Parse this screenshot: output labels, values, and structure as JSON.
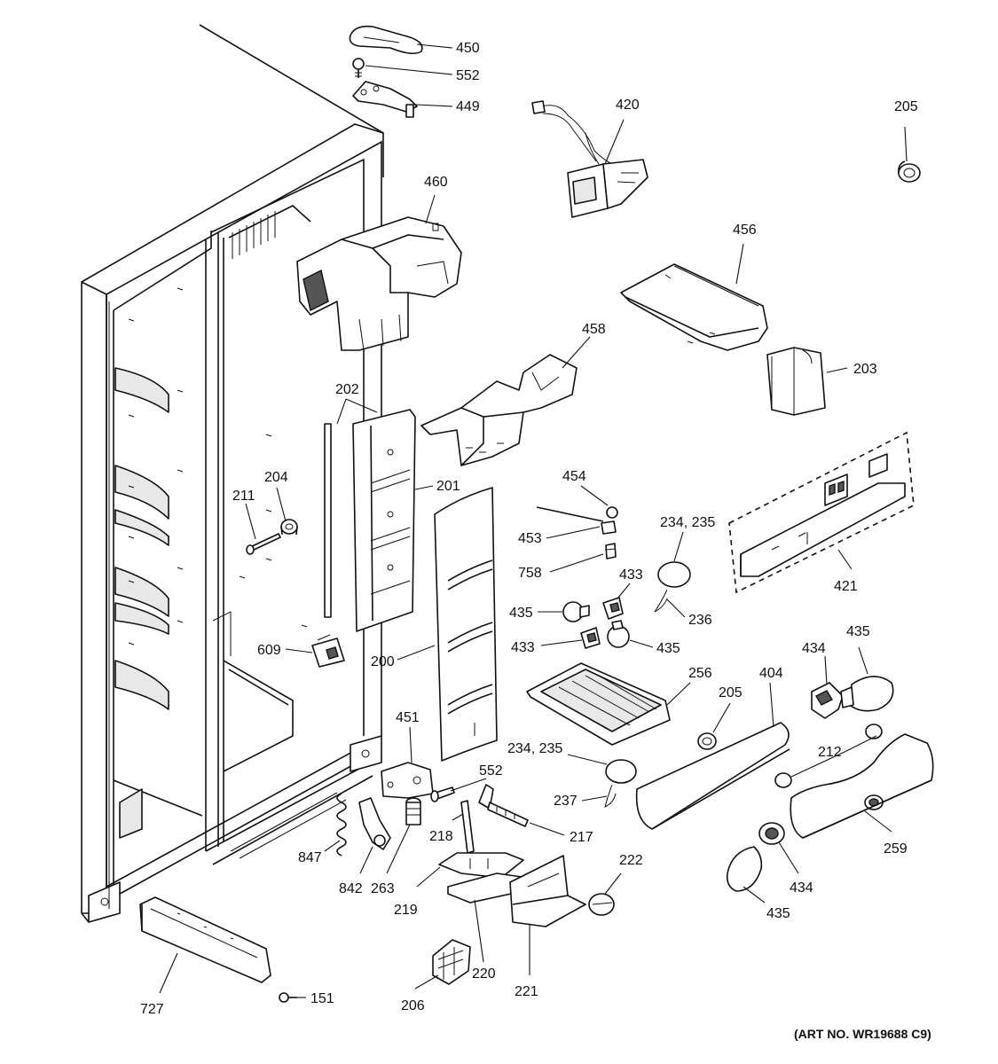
{
  "art_number": "(ART NO. WR19688 C9)",
  "callouts": [
    {
      "id": "c450",
      "text": "450"
    },
    {
      "id": "c552a",
      "text": "552"
    },
    {
      "id": "c449",
      "text": "449"
    },
    {
      "id": "c420",
      "text": "420"
    },
    {
      "id": "c205a",
      "text": "205"
    },
    {
      "id": "c460",
      "text": "460"
    },
    {
      "id": "c456",
      "text": "456"
    },
    {
      "id": "c458",
      "text": "458"
    },
    {
      "id": "c203",
      "text": "203"
    },
    {
      "id": "c202",
      "text": "202"
    },
    {
      "id": "c204",
      "text": "204"
    },
    {
      "id": "c211",
      "text": "211"
    },
    {
      "id": "c201",
      "text": "201"
    },
    {
      "id": "c454",
      "text": "454"
    },
    {
      "id": "c453",
      "text": "453"
    },
    {
      "id": "c758",
      "text": "758"
    },
    {
      "id": "c234a",
      "text": "234, 235"
    },
    {
      "id": "c421",
      "text": "421"
    },
    {
      "id": "c433a",
      "text": "433"
    },
    {
      "id": "c435a",
      "text": "435"
    },
    {
      "id": "c236",
      "text": "236"
    },
    {
      "id": "c433b",
      "text": "433"
    },
    {
      "id": "c435b",
      "text": "435"
    },
    {
      "id": "c609",
      "text": "609"
    },
    {
      "id": "c200",
      "text": "200"
    },
    {
      "id": "c434a",
      "text": "434"
    },
    {
      "id": "c435c",
      "text": "435"
    },
    {
      "id": "c256",
      "text": "256"
    },
    {
      "id": "c205b",
      "text": "205"
    },
    {
      "id": "c404",
      "text": "404"
    },
    {
      "id": "c451",
      "text": "451"
    },
    {
      "id": "c234b",
      "text": "234, 235"
    },
    {
      "id": "c212",
      "text": "212"
    },
    {
      "id": "c552b",
      "text": "552"
    },
    {
      "id": "c237",
      "text": "237"
    },
    {
      "id": "c217",
      "text": "217"
    },
    {
      "id": "c218",
      "text": "218"
    },
    {
      "id": "c847",
      "text": "847"
    },
    {
      "id": "c842",
      "text": "842"
    },
    {
      "id": "c263",
      "text": "263"
    },
    {
      "id": "c219",
      "text": "219"
    },
    {
      "id": "c222",
      "text": "222"
    },
    {
      "id": "c259",
      "text": "259"
    },
    {
      "id": "c434b",
      "text": "434"
    },
    {
      "id": "c435d",
      "text": "435"
    },
    {
      "id": "c220",
      "text": "220"
    },
    {
      "id": "c221",
      "text": "221"
    },
    {
      "id": "c206",
      "text": "206"
    },
    {
      "id": "c727",
      "text": "727"
    },
    {
      "id": "c151",
      "text": "151"
    }
  ]
}
